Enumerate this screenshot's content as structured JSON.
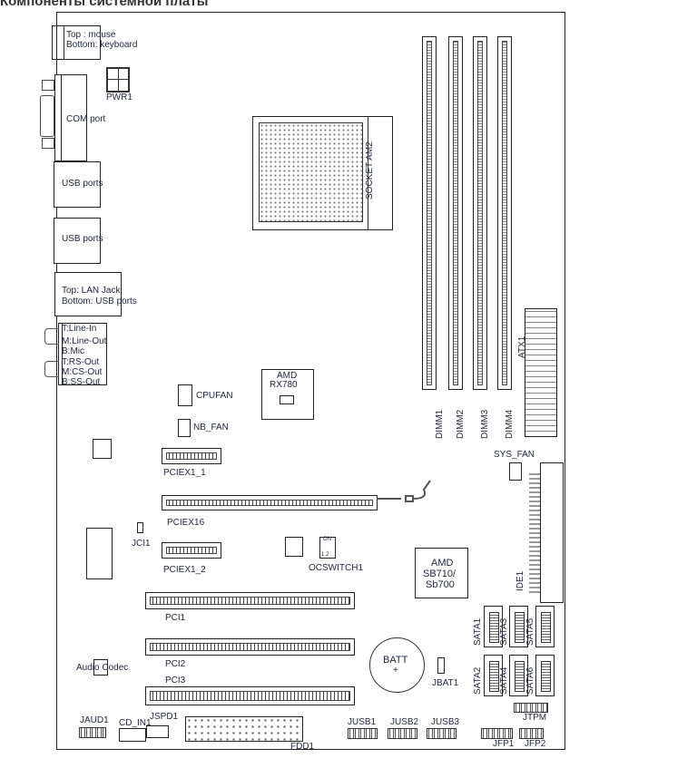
{
  "title": "Компоненты системной платы",
  "io": {
    "ps2_top": "Top : mouse",
    "ps2_bottom": "Bottom: keyboard",
    "com": "COM port",
    "usb1": "USB ports",
    "usb2": "USB ports",
    "lan_top": "Top: LAN Jack",
    "lan_bottom": "Bottom: USB ports",
    "audio": [
      "T:Line-In",
      "M:Line-Out",
      "B:Mic",
      "T:RS-Out",
      "M:CS-Out",
      "B:SS-Out"
    ]
  },
  "labels": {
    "pwr1": "PWR1",
    "socket": "SOCKET AM2",
    "dimm1": "DIMM1",
    "dimm2": "DIMM2",
    "dimm3": "DIMM3",
    "dimm4": "DIMM4",
    "atx1": "ATX1",
    "nb": "AMD\nRX780",
    "nb1": "AMD",
    "nb2": "RX780",
    "cpufan": "CPUFAN",
    "nbfan": "NB_FAN",
    "sysfan": "SYS_FAN",
    "ide1": "IDE1",
    "pciex1_1": "PCIEX1_1",
    "pciex16": "PCIEX16",
    "jci1": "JCI1",
    "pciex1_2": "PCIEX1_2",
    "ocswitch": "OCSWITCH1",
    "on": "ON",
    "sw12": "1 2",
    "sb1": "AMD",
    "sb2": "SB710/",
    "sb3": "Sb700",
    "pci1": "PCI1",
    "pci2": "PCI2",
    "pci3": "PCI3",
    "batt": "BATT",
    "batt_plus": "+",
    "jbat1": "JBAT1",
    "sata1": "SATA1",
    "sata2": "SATA2",
    "sata3": "SATA3",
    "sata4": "SATA4",
    "sata5": "SATA5",
    "sata6": "SATA6",
    "codec": "Audio Codec",
    "jaud1": "JAUD1",
    "cd_in1": "CD_IN1",
    "jspd1": "JSPD1",
    "fdd1": "FDD1",
    "jusb1": "JUSB1",
    "jusb2": "JUSB2",
    "jusb3": "JUSB3",
    "jtpm": "JTPM",
    "jfp1": "JFP1",
    "jfp2": "JFP2"
  }
}
